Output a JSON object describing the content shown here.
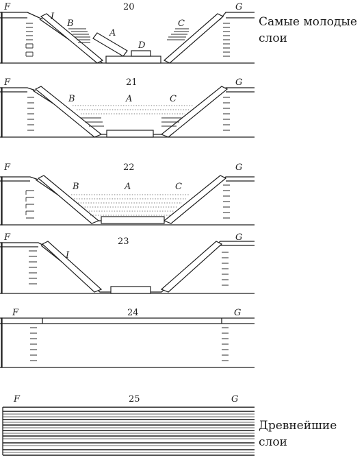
{
  "captions": {
    "top": "Самые молодые слои",
    "bottom": "Древнейшие слои"
  },
  "panels": [
    {
      "number": "20",
      "labels": {
        "left": "F",
        "right": "G",
        "i": "I",
        "b": "B",
        "a": "A",
        "d": "D",
        "c": "C"
      }
    },
    {
      "number": "21",
      "labels": {
        "left": "F",
        "right": "G",
        "b": "B",
        "a": "A",
        "c": "C"
      }
    },
    {
      "number": "22",
      "labels": {
        "left": "F",
        "right": "G",
        "b": "B",
        "a": "A",
        "c": "C"
      }
    },
    {
      "number": "23",
      "labels": {
        "left": "F",
        "right": "G",
        "i": "I"
      }
    },
    {
      "number": "24",
      "labels": {
        "left": "F",
        "right": "G"
      }
    },
    {
      "number": "25",
      "labels": {
        "left": "F",
        "right": "G"
      }
    }
  ]
}
